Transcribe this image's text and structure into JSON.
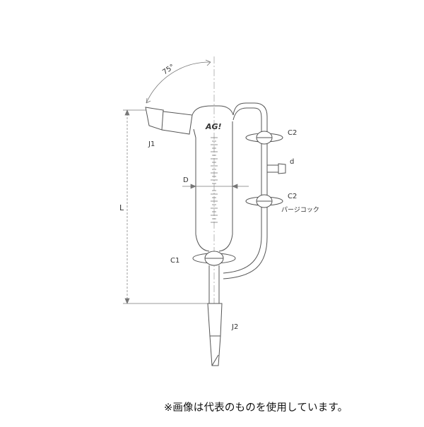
{
  "brand": "AG!",
  "angle_label": "75°",
  "labels": {
    "j1": "J1",
    "j2": "J2",
    "c1": "C1",
    "c2_upper": "C2",
    "c2_lower": "C2",
    "d_small": "d",
    "d_big": "D",
    "length": "L",
    "purge_cock": "パージコック"
  },
  "note": "※画像は代表のものを使用しています。",
  "colors": {
    "line": "#555555",
    "dim": "#777777",
    "text": "#333333"
  }
}
